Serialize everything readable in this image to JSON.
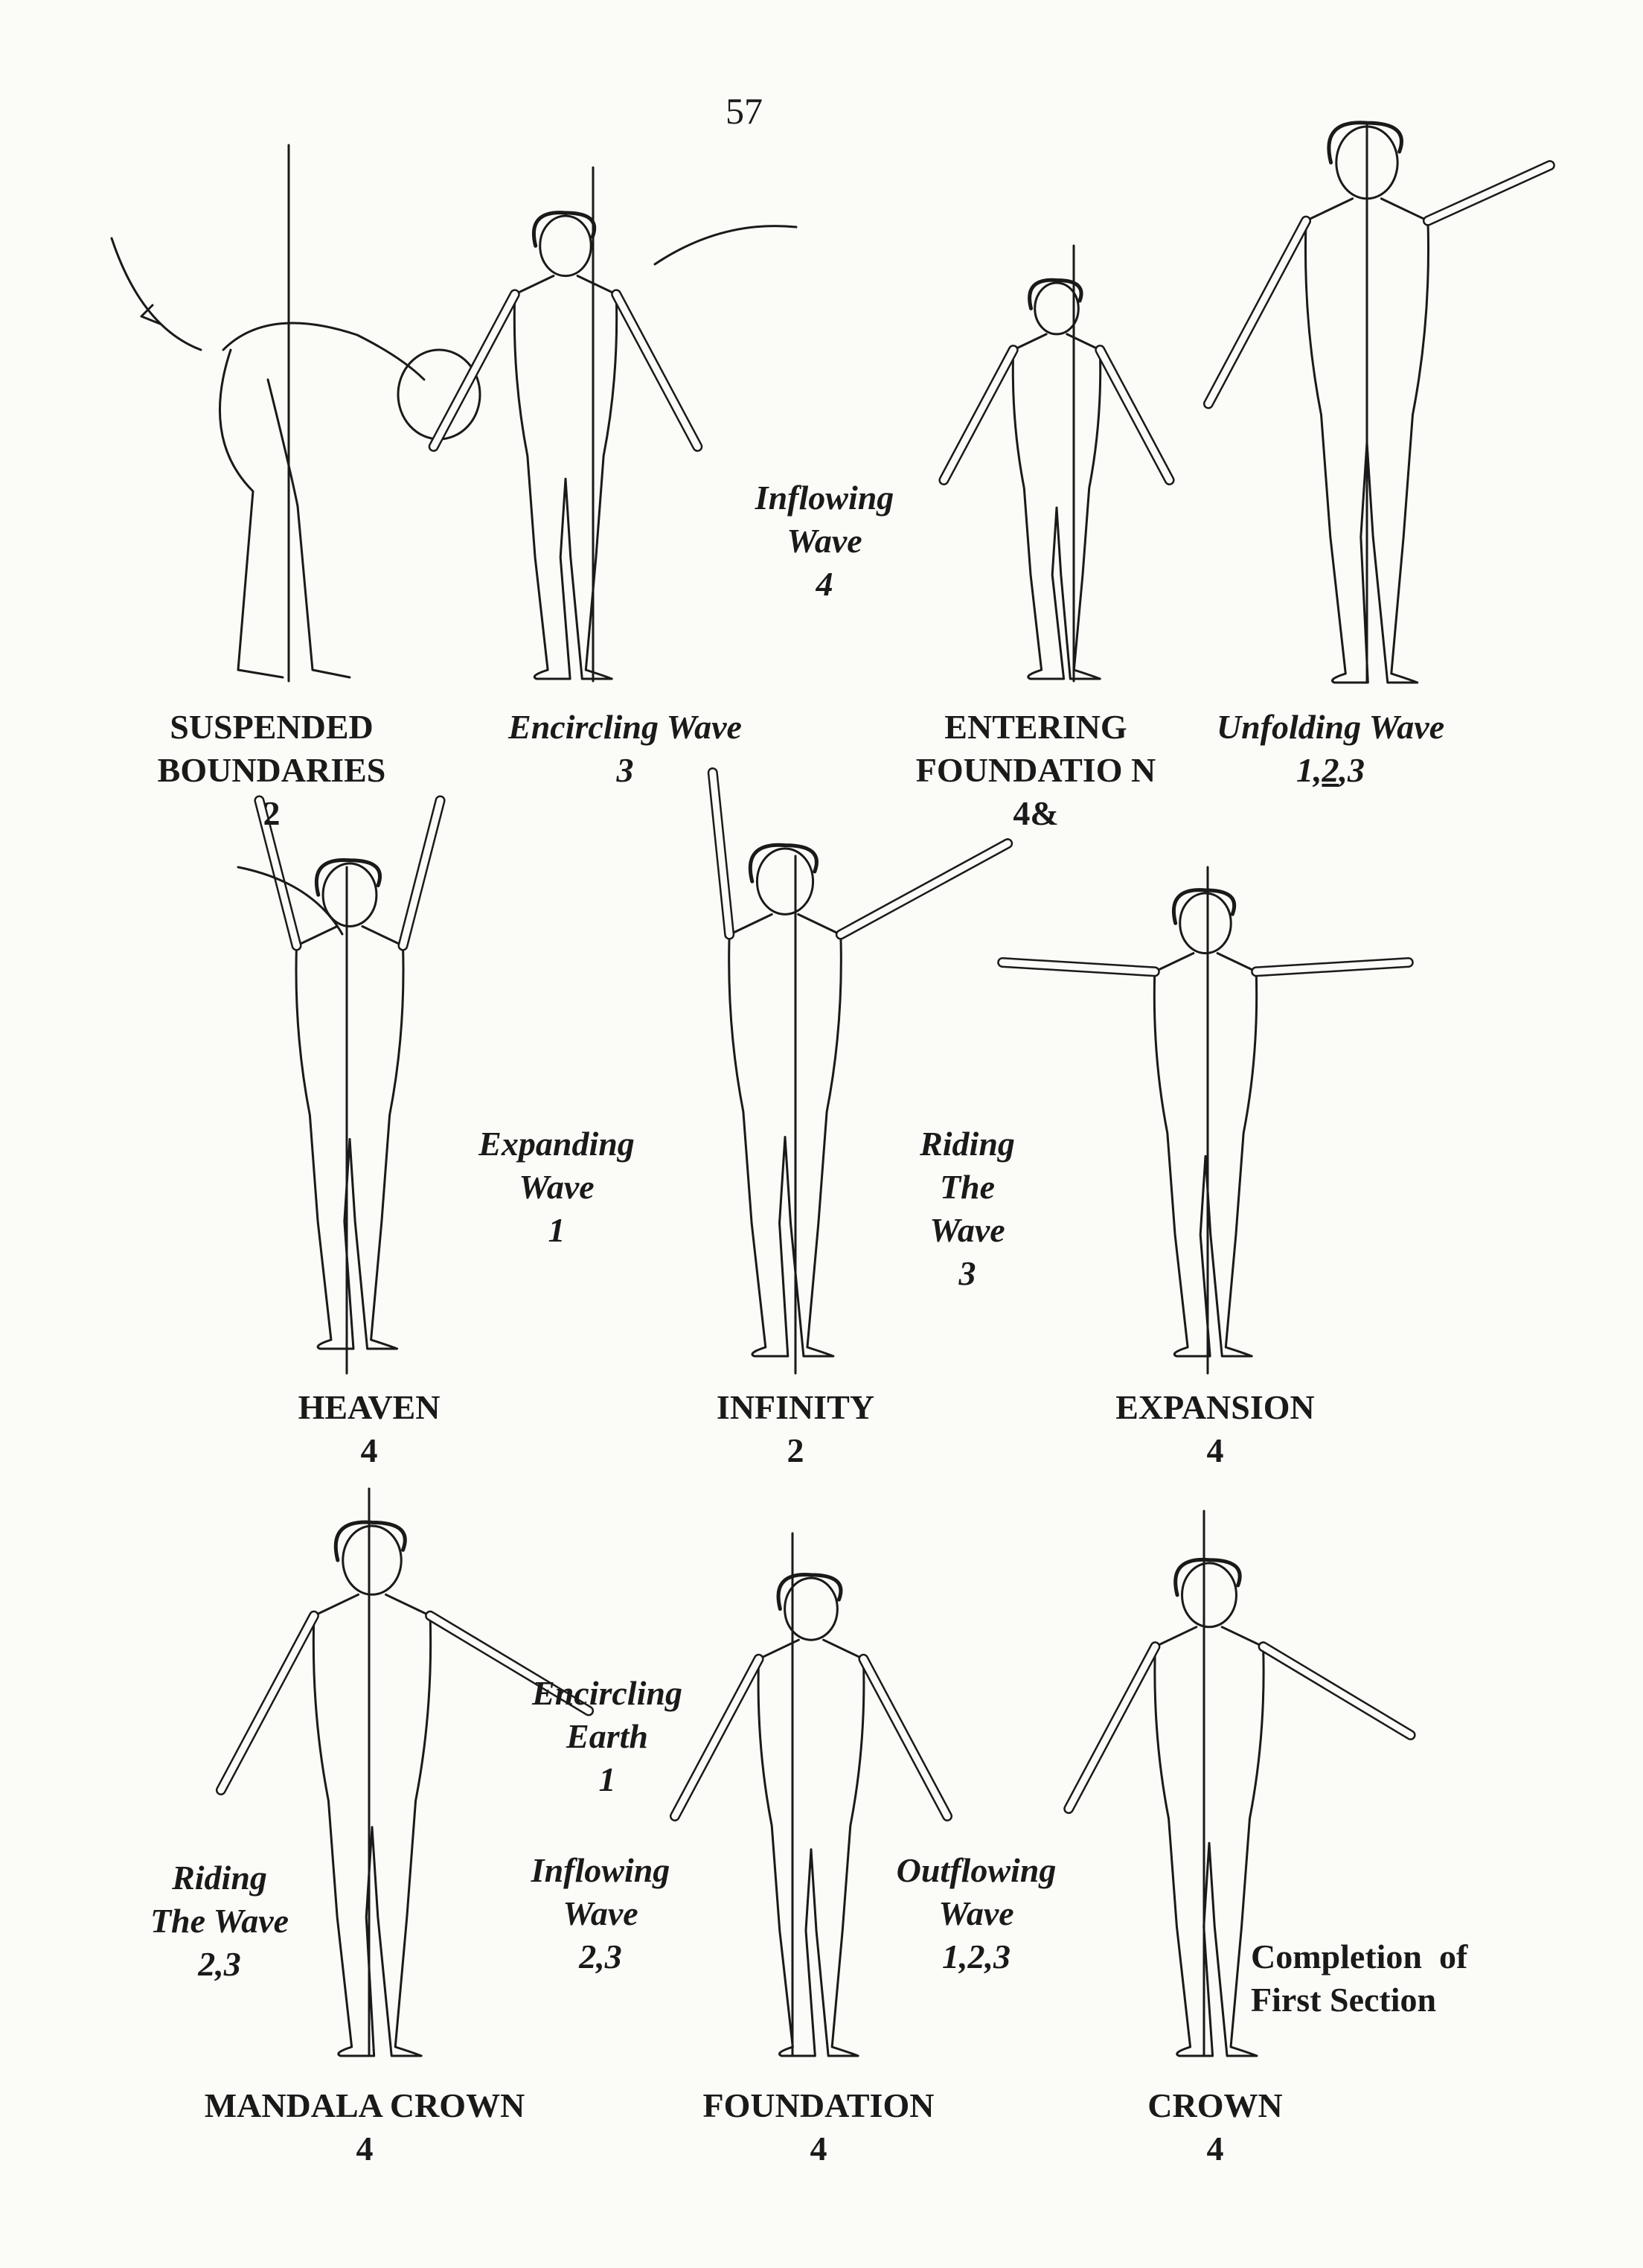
{
  "page_number": "57",
  "row1": {
    "suspended": {
      "title1": "SUSPENDED",
      "title2": "BOUNDARIES",
      "count": "2"
    },
    "encircling_wave": {
      "label": "Encircling Wave",
      "count": "3"
    },
    "inflowing_wave": {
      "label1": "Inflowing",
      "label2": "Wave",
      "count": "4"
    },
    "entering": {
      "title1": "ENTERING",
      "title2": "FOUNDATIO N",
      "count": "4&"
    },
    "unfolding_wave": {
      "label": "Unfolding Wave",
      "count_a": "1,",
      "count_b": "2",
      "count_c": ",3"
    }
  },
  "row2": {
    "expanding_wave": {
      "label1": "Expanding",
      "label2": "Wave",
      "count": "1"
    },
    "riding_wave": {
      "label1": "Riding",
      "label2": "The",
      "label3": "Wave",
      "count": "3"
    },
    "heaven": {
      "title": "HEAVEN",
      "count": "4"
    },
    "infinity": {
      "title": "INFINITY",
      "count": "2"
    },
    "expansion": {
      "title": "EXPANSION",
      "count": "4"
    }
  },
  "row3": {
    "encircling_earth": {
      "label1": "Encircling",
      "label2": "Earth",
      "count": "1"
    },
    "riding_wave": {
      "label1": "Riding",
      "label2": "The Wave",
      "count": "2,3"
    },
    "inflowing_wave": {
      "label1": "Inflowing",
      "label2": "Wave",
      "count": "2,3"
    },
    "outflowing_wave": {
      "label1": "Outflowing",
      "label2": "Wave",
      "count": "1,2,3"
    },
    "completion": {
      "line1": "Completion  of",
      "line2": "First Section"
    },
    "mandala_crown": {
      "title": "MANDALA CROWN",
      "count": "4"
    },
    "foundation": {
      "title": "FOUNDATION",
      "count": "4"
    },
    "crown": {
      "title": "CROWN",
      "count": "4"
    }
  }
}
